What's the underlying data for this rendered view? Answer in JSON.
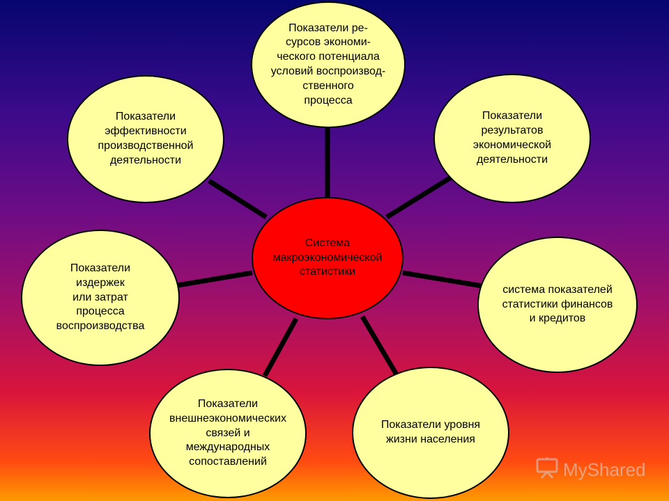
{
  "center": {
    "label": "Система\nмакроэкономической\nстатистики"
  },
  "nodes": [
    {
      "id": "top",
      "label": "Показатели ре-\nсурсов экономи-\nческого потенциала\nусловий воспроизвод-\nственного\nпроцесса"
    },
    {
      "id": "top-right",
      "label": "Показатели\nрезультатов\nэкономической\nдеятельности"
    },
    {
      "id": "right",
      "label": "система показателей\nстатистики финансов\nи кредитов"
    },
    {
      "id": "bottom-right",
      "label": "Показатели уровня\nжизни населения"
    },
    {
      "id": "bottom-left",
      "label": "Показатели\nвнешнеэкономических\nсвязей и\nмеждународных\nсопоставлений"
    },
    {
      "id": "left",
      "label": "Показатели\nиздержек\nили затрат\nпроцесса\nвоспроизводства"
    },
    {
      "id": "top-left",
      "label": "Показатели\nэффективности\nпроизводственной\nдеятельности"
    }
  ],
  "colors": {
    "center_fill": "#ff0000",
    "node_fill": "#ffffa0",
    "link": "#000000"
  },
  "watermark": {
    "text": "MyShared",
    "icon": "presentation-board-icon"
  }
}
